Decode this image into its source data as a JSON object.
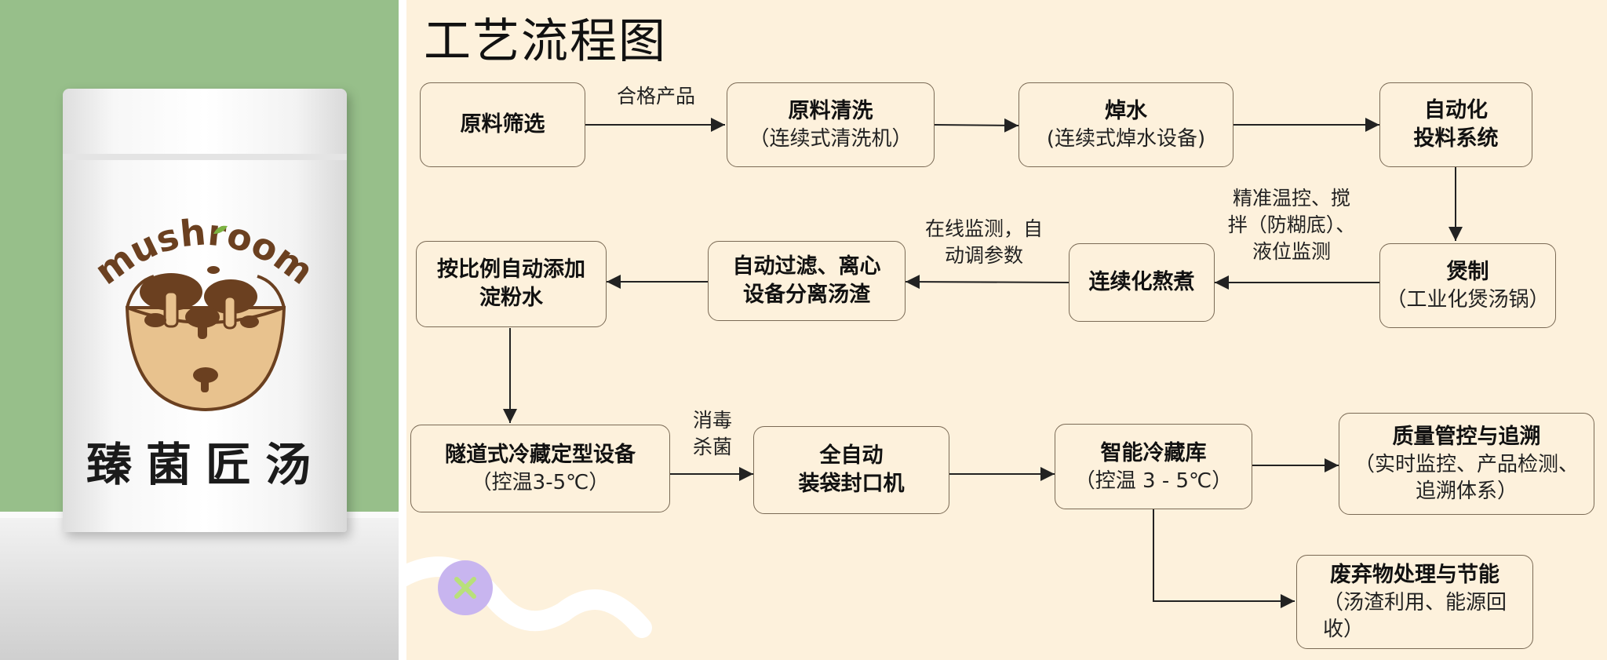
{
  "product": {
    "brand_word": "mushroom",
    "product_name": "臻菌匠汤",
    "colors": {
      "brown": "#6b4020",
      "green": "#7cb342",
      "bowl": "#e8c28e"
    }
  },
  "diagram": {
    "title": "工艺流程图",
    "nodes": {
      "raw_screen": {
        "title": "原料筛选"
      },
      "raw_wash": {
        "title": "原料清洗",
        "sub": "（连续式清洗机）"
      },
      "blanch": {
        "title": "焯水",
        "sub": "(连续式焯水设备)"
      },
      "auto_feed": {
        "title": "自动化\n投料系统"
      },
      "stew": {
        "title": "煲制",
        "sub": "（工业化煲汤锅）"
      },
      "cont_boil": {
        "title": "连续化熬煮"
      },
      "filter": {
        "title": "自动过滤、离心\n设备分离汤渣"
      },
      "starch": {
        "title": "按比例自动添加\n淀粉水"
      },
      "tunnel": {
        "title": "隧道式冷藏定型设备",
        "sub": "（控温3-5℃）"
      },
      "bagging": {
        "title": "全自动\n装袋封口机"
      },
      "cold_store": {
        "title": "智能冷藏库",
        "sub": "（控温 3 - 5℃）"
      },
      "quality": {
        "title": "质量管控与追溯",
        "sub": "（实时监控、产品检测、\n追溯体系）"
      },
      "waste": {
        "title": "废弃物处理与节能",
        "sub": "（汤渣利用、能源回\n收）"
      }
    },
    "edge_labels": {
      "qualified": "合格产品",
      "temp_control": "精准温控、搅\n拌（防糊底）、\n液位监测",
      "online_monitor": "在线监测，自\n动调参数",
      "disinfect": "消毒\n杀菌"
    }
  }
}
